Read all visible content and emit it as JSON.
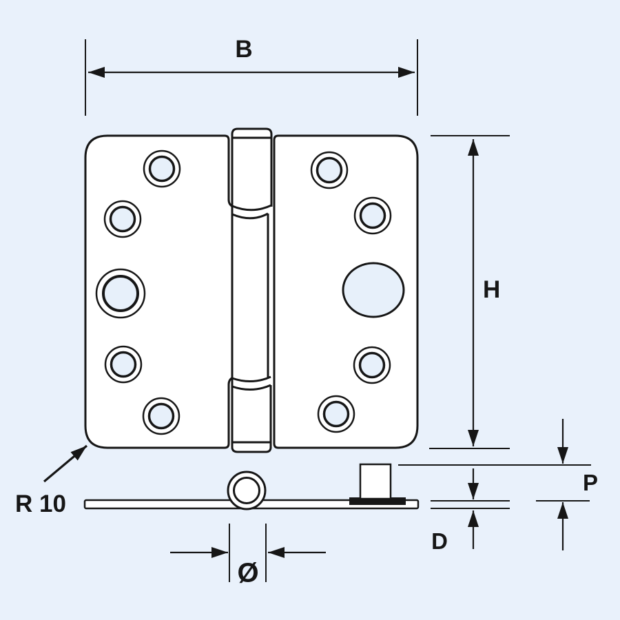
{
  "diagram": {
    "kind": "technical-drawing",
    "subject": "door hinge with rounded corners, front view and side profile view"
  },
  "labels": {
    "width": "B",
    "height": "H",
    "pin_protrusion": "P",
    "leaf_thickness": "D",
    "knuckle_diameter": "Ø",
    "corner_radius": "R 10"
  },
  "colors": {
    "background": "#e9f1fb",
    "line": "#161616",
    "metal": "#ffffff",
    "hole": "#e7f0fa"
  }
}
